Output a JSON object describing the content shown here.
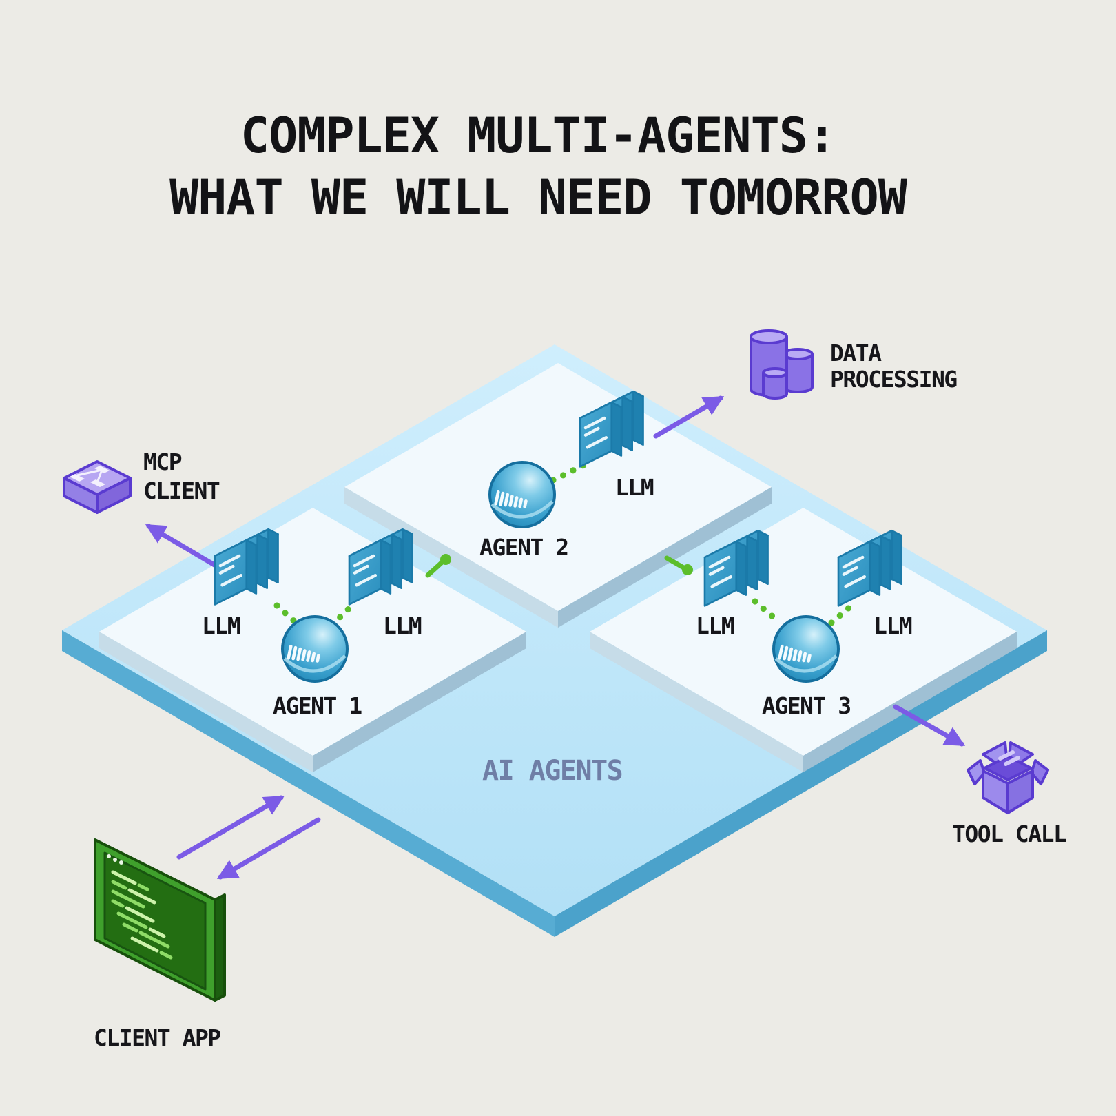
{
  "title": {
    "line1": "COMPLEX MULTI-AGENTS:",
    "line2": "WHAT WE WILL NEED TOMORROW"
  },
  "platform": {
    "label": "AI AGENTS"
  },
  "agents": [
    {
      "name": "AGENT 1",
      "llms": [
        "LLM",
        "LLM"
      ]
    },
    {
      "name": "AGENT 2",
      "llms": [
        "LLM"
      ]
    },
    {
      "name": "AGENT 3",
      "llms": [
        "LLM",
        "LLM"
      ]
    }
  ],
  "external": {
    "mcp_client": {
      "line1": "MCP",
      "line2": "CLIENT"
    },
    "data_processing": {
      "line1": "DATA",
      "line2": "PROCESSING"
    },
    "tool_call": {
      "label": "TOOL CALL"
    },
    "client_app": {
      "label": "CLIENT APP"
    }
  },
  "icons": {
    "agent": "robot-sphere-icon",
    "llm": "server-stack-icon",
    "mcp_client": "chip-flowchart-icon",
    "data_processing": "database-cylinders-icon",
    "tool_call": "open-package-icon",
    "client_app": "terminal-window-icon"
  },
  "colors": {
    "background": "#ECEBE6",
    "title_text": "#131316",
    "platform_top": "#C2E7FA",
    "platform_side": "#54AAD1",
    "agent_platform_top": "#F2F9FD",
    "agent_platform_side": "#9FC0D4",
    "arrow_purple": "#7B5BE6",
    "link_green": "#5CBE2B",
    "llm_blue": "#2F93C2",
    "icon_purple": "#8D78E6",
    "client_app_green": "#3FA02C",
    "platform_label": "#6F7EA6"
  }
}
